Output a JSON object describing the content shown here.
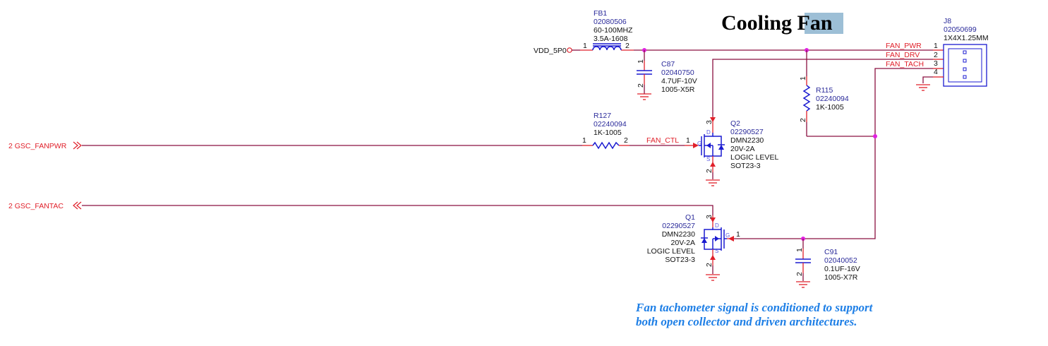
{
  "title": {
    "text_a": "Cooling ",
    "text_b": "Fan"
  },
  "note": {
    "line1": "Fan tachometer signal is conditioned to support",
    "line2": "both open collector and driven architectures."
  },
  "power": {
    "net": "VDD_5P0"
  },
  "fb1": {
    "ref": "FB1",
    "part": "02080506",
    "v1": "60-100MHZ",
    "v2": "3.5A-1608",
    "pin1": "1",
    "pin2": "2"
  },
  "c87": {
    "ref": "C87",
    "part": "02040750",
    "v1": "4.7UF-10V",
    "v2": "1005-X5R",
    "pin1": "1",
    "pin2": "2"
  },
  "r115": {
    "ref": "R115",
    "part": "02240094",
    "v1": "1K-1005",
    "pin1": "1",
    "pin2": "2"
  },
  "r127": {
    "ref": "R127",
    "part": "02240094",
    "v1": "1K-1005",
    "pin1": "1",
    "pin2": "2"
  },
  "q2": {
    "ref": "Q2",
    "part": "02290527",
    "v1": "DMN2230",
    "v2": "20V-2A",
    "v3": "LOGIC LEVEL",
    "v4": "SOT23-3",
    "pin1": "1",
    "pin2": "2",
    "pin3": "3",
    "d": "D",
    "g": "G",
    "s": "S"
  },
  "q1": {
    "ref": "Q1",
    "part": "02290527",
    "v1": "DMN2230",
    "v2": "20V-2A",
    "v3": "LOGIC LEVEL",
    "v4": "SOT23-3",
    "pin1": "1",
    "pin2": "2",
    "pin3": "3",
    "d": "D",
    "g": "G",
    "s": "S"
  },
  "c91": {
    "ref": "C91",
    "part": "02040052",
    "v1": "0.1UF-16V",
    "v2": "1005-X7R",
    "pin1": "1",
    "pin2": "2"
  },
  "j8": {
    "ref": "J8",
    "part": "02050699",
    "v1": "1X4X1.25MM",
    "pins": [
      "1",
      "2",
      "3",
      "4"
    ],
    "nets": [
      "FAN_PWR",
      "FAN_DRV",
      "FAN_TACH"
    ]
  },
  "nets": {
    "fan_ctl": "FAN_CTL"
  },
  "ports": [
    {
      "sheet": "2",
      "name": "GSC_FANPWR"
    },
    {
      "sheet": "2",
      "name": "GSC_FANTAC"
    }
  ]
}
